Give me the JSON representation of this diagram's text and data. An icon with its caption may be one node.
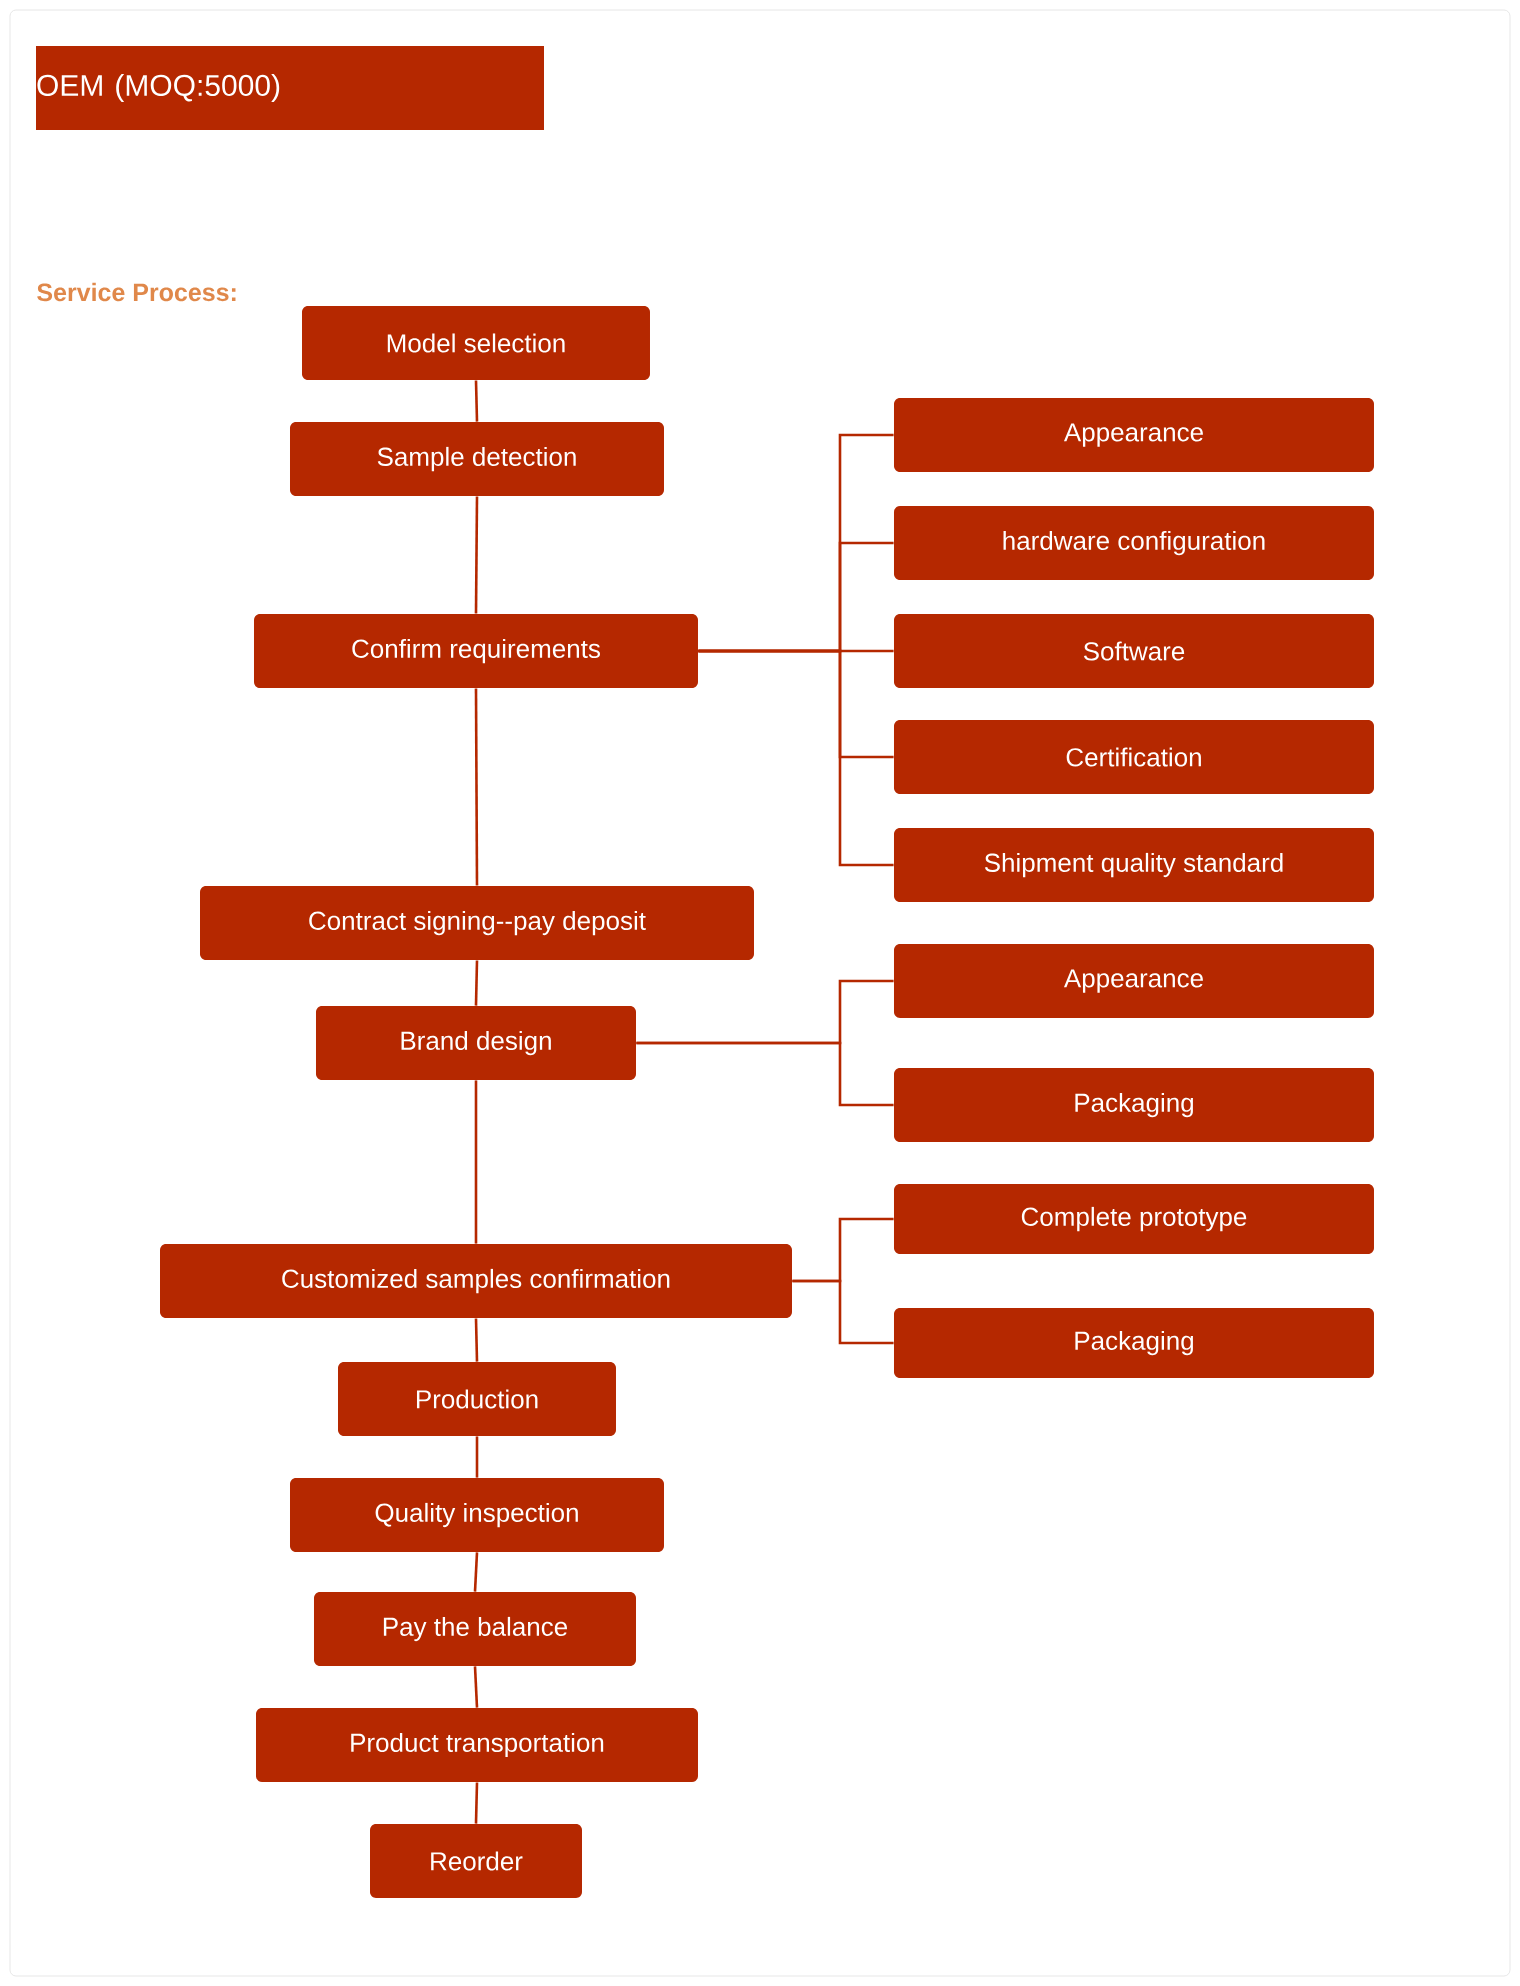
{
  "diagram": {
    "nodes": [
      {
        "text": [
          "OEM  (MOQ:5000)"
        ]
      },
      {
        "text": [
          "Model selection"
        ]
      },
      {
        "text": [
          "Sample detection"
        ]
      },
      {
        "text": [
          "Confirm requirements"
        ]
      },
      {
        "text": [
          "Contract signing--pay deposit"
        ]
      },
      {
        "text": [
          "Brand design"
        ]
      },
      {
        "text": [
          "Customized samples confirmation"
        ]
      },
      {
        "text": [
          "Production"
        ]
      },
      {
        "text": [
          "Quality inspection"
        ]
      },
      {
        "text": [
          "Pay the balance"
        ]
      },
      {
        "text": [
          "Product transportation"
        ]
      },
      {
        "text": [
          "Reorder"
        ]
      },
      {
        "text": [
          "Appearance"
        ]
      },
      {
        "text": [
          "hardware configuration"
        ]
      },
      {
        "text": [
          "Software"
        ]
      },
      {
        "text": [
          "Certification"
        ]
      },
      {
        "text": [
          "Shipment quality standard"
        ]
      },
      {
        "text": [
          "Appearance"
        ]
      },
      {
        "text": [
          "Packaging"
        ]
      },
      {
        "text": [
          "Complete prototype"
        ]
      },
      {
        "text": [
          "Packaging"
        ]
      }
    ],
    "edges": [
      {
        "from": 1,
        "to": 2,
        "arrow": "none"
      },
      {
        "from": 2,
        "to": 3,
        "arrow": "none"
      },
      {
        "from": 3,
        "to": 4,
        "arrow": "none"
      },
      {
        "from": 4,
        "to": 5,
        "arrow": "none"
      },
      {
        "from": 5,
        "to": 6,
        "arrow": "none"
      },
      {
        "from": 6,
        "to": 7,
        "arrow": "none"
      },
      {
        "from": 7,
        "to": 8,
        "arrow": "none"
      },
      {
        "from": 8,
        "to": 9,
        "arrow": "none"
      },
      {
        "from": 9,
        "to": 10,
        "arrow": "none"
      },
      {
        "from": 10,
        "to": 11,
        "arrow": "none"
      },
      {
        "from": 3,
        "to": 12,
        "arrow": "none"
      },
      {
        "from": 3,
        "to": 13,
        "arrow": "none"
      },
      {
        "from": 3,
        "to": 14,
        "arrow": "none"
      },
      {
        "from": 3,
        "to": 15,
        "arrow": "none"
      },
      {
        "from": 3,
        "to": 16,
        "arrow": "none"
      },
      {
        "from": 5,
        "to": 17,
        "arrow": "none"
      },
      {
        "from": 5,
        "to": 18,
        "arrow": "none"
      },
      {
        "from": 6,
        "to": 19,
        "arrow": "none"
      },
      {
        "from": 6,
        "to": 20,
        "arrow": "none"
      }
    ],
    "labels": [
      "Service Process:"
    ]
  }
}
